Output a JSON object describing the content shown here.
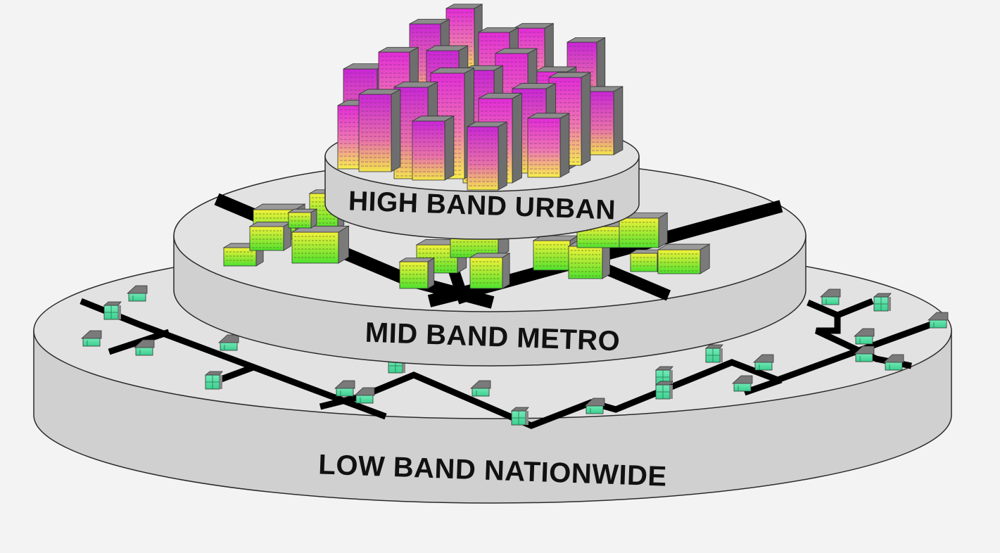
{
  "tiers": [
    {
      "id": "low",
      "label": "LOW BAND NATIONWIDE"
    },
    {
      "id": "mid",
      "label": "MID BAND METRO"
    },
    {
      "id": "high",
      "label": "HIGH BAND URBAN"
    }
  ],
  "colors": {
    "background": "#f3f3f4",
    "disc_top": "#e2e2e2",
    "disc_side": "#d0d0d0",
    "disc_outline": "#2a2a2a",
    "road": "#000000",
    "label": "#111111",
    "house_green": "#5ee0a8",
    "house_roof": "#7a7a7a",
    "metro_yellow": "#f4f23a",
    "metro_green": "#5fe632",
    "urban_magenta": "#e22bd8",
    "urban_yellow": "#f6f04a",
    "building_roof": "#8c8c8c"
  },
  "icons": {
    "house": "house-icon",
    "metro_building": "metro-building-icon",
    "urban_tower": "urban-tower-icon"
  }
}
